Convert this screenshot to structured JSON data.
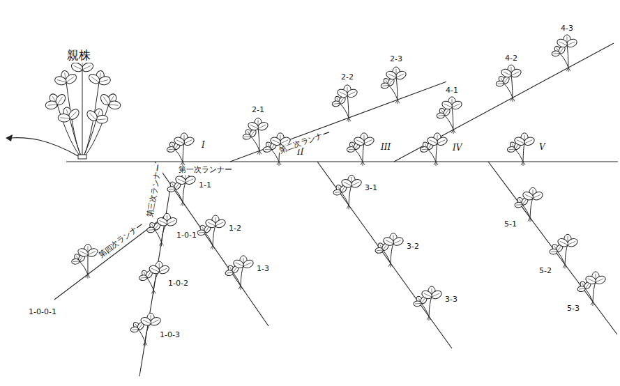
{
  "diagram": {
    "labels": [
      "親株",
      "I",
      "II",
      "III",
      "IV",
      "V",
      "第一次ランナー",
      "第二次ランナー",
      "2-1",
      "2-2",
      "2-3",
      "4-1",
      "4-2",
      "4-3",
      "1-1",
      "1-2",
      "1-3",
      "3-1",
      "3-2",
      "3-3",
      "5-1",
      "5-2",
      "5-3",
      "第三次ランナー",
      "1-0-1",
      "1-0-2",
      "1-0-3",
      "第四次ランナー",
      "1-0-0-1"
    ]
  }
}
